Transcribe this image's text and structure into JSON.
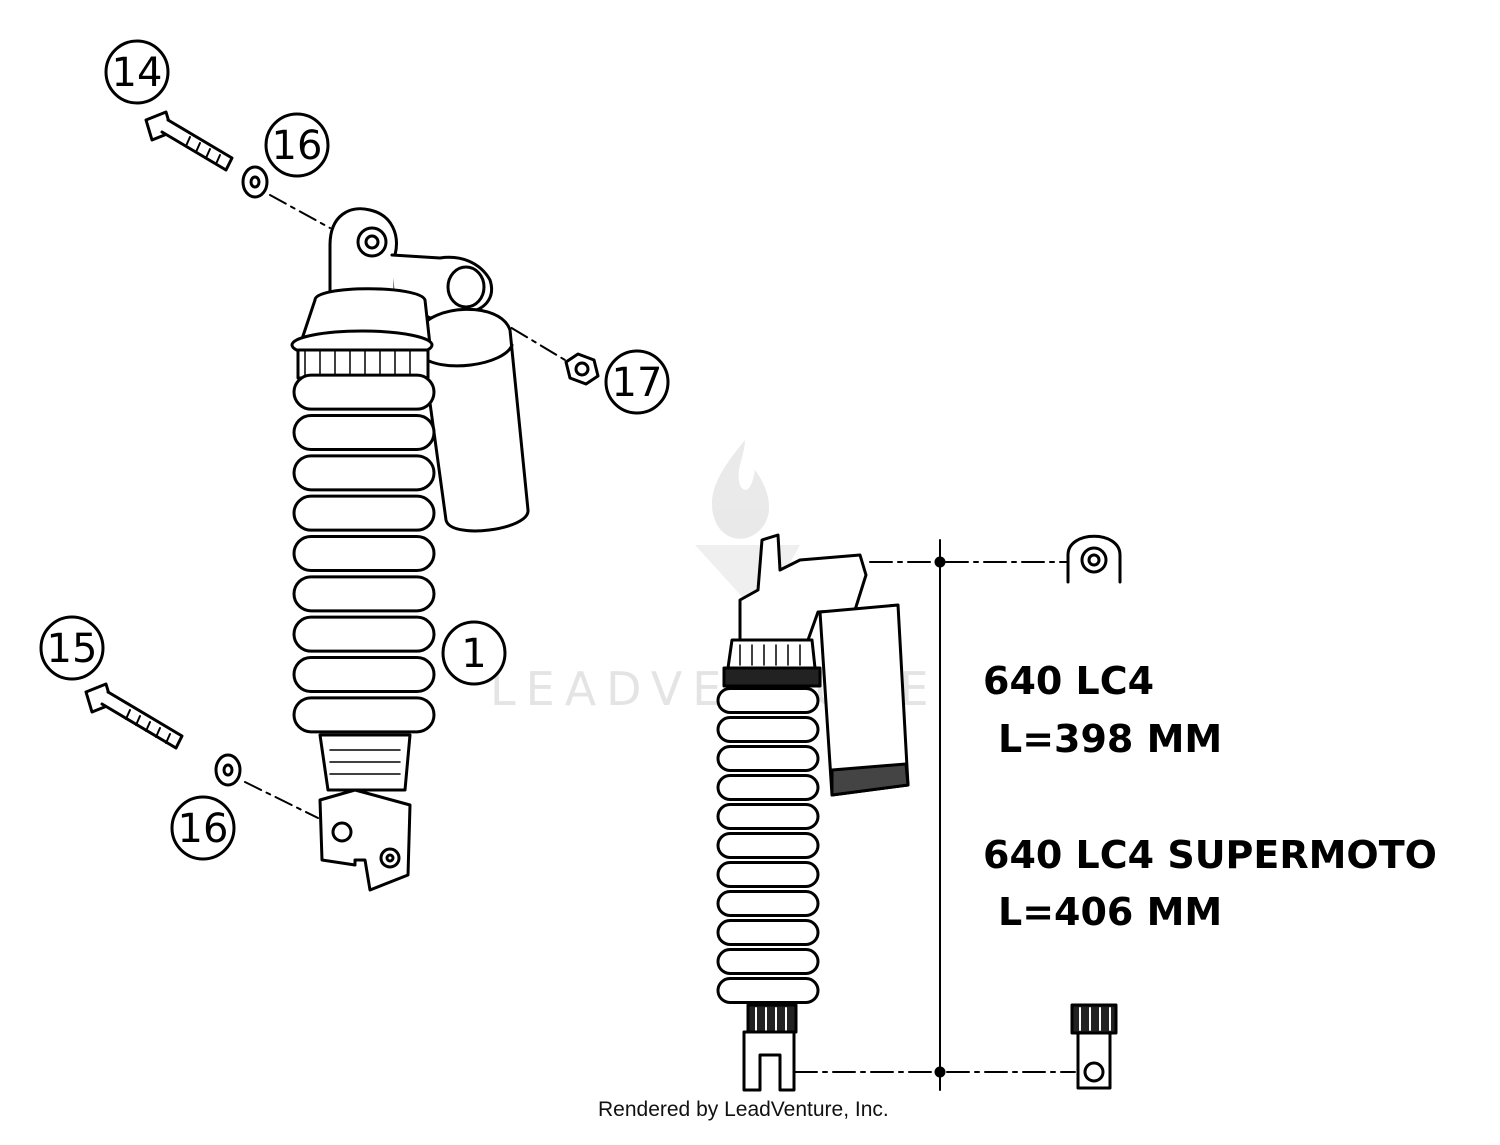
{
  "callouts": {
    "c14": "14",
    "c16_top": "16",
    "c17": "17",
    "c1": "1",
    "c15": "15",
    "c16_bottom": "16"
  },
  "specs": {
    "model_1": "640  LC4",
    "length_1": "L=398 MM",
    "model_2": "640 LC4 SUPERMOTO",
    "length_2": "L=406 MM"
  },
  "watermark": "LEADVENTURE",
  "credit": "Rendered by LeadVenture, Inc.",
  "colors": {
    "line": "#000000",
    "watermark": "#cfcfcf"
  }
}
